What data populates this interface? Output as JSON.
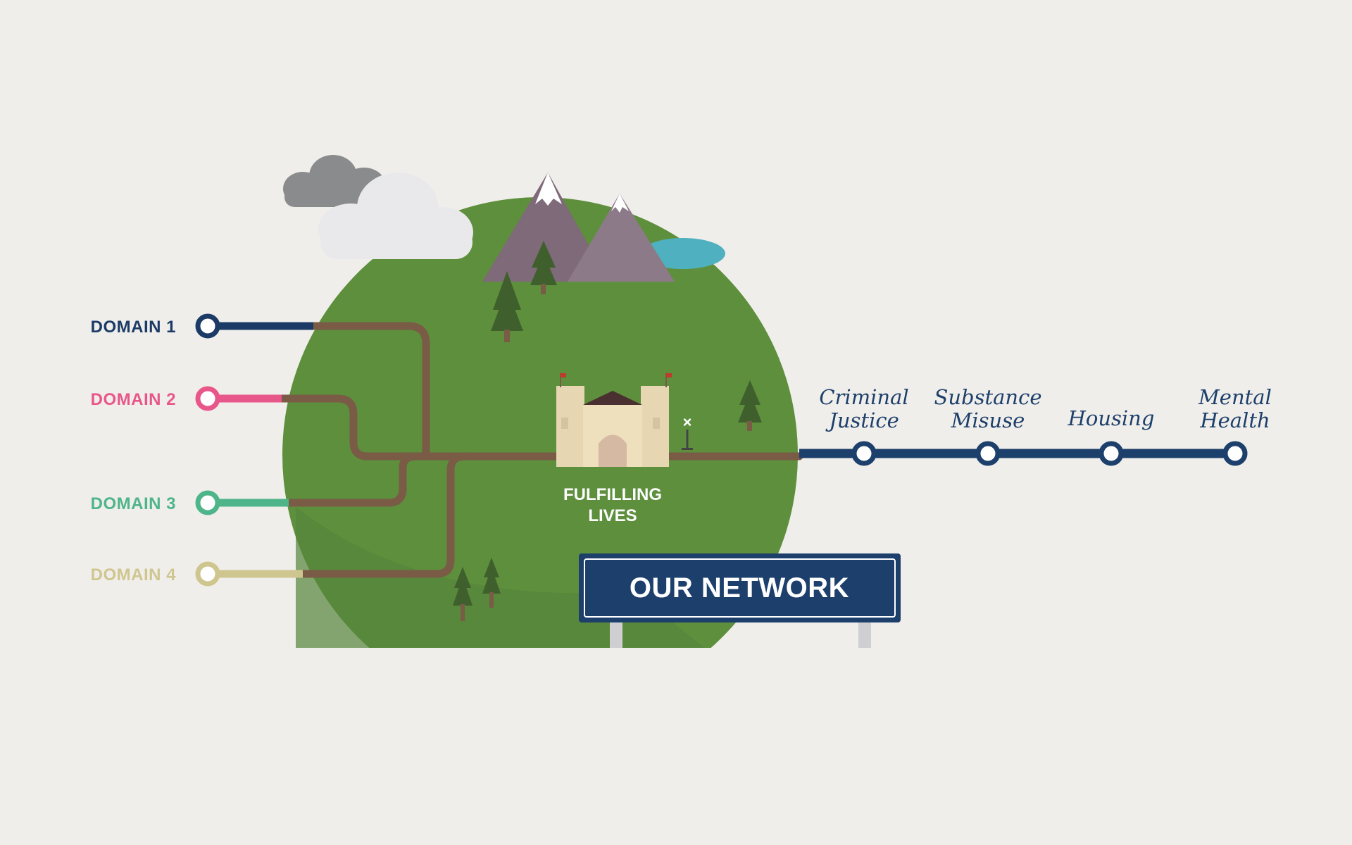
{
  "domains": [
    {
      "label": "DOMAIN 1",
      "color": "#1b3b66"
    },
    {
      "label": "DOMAIN 2",
      "color": "#e8578a"
    },
    {
      "label": "DOMAIN 3",
      "color": "#4eb58a"
    },
    {
      "label": "DOMAIN 4",
      "color": "#cfc68f"
    }
  ],
  "center": {
    "line1": "FULFILLING",
    "line2": "LIVES"
  },
  "stops": [
    {
      "line1": "Criminal",
      "line2": "Justice"
    },
    {
      "line1": "Substance",
      "line2": "Misuse"
    },
    {
      "line1": "Housing",
      "line2": ""
    },
    {
      "line1": "Mental",
      "line2": "Health"
    }
  ],
  "sign": {
    "label": "OUR NETWORK",
    "color": "#1c3f6b"
  },
  "colors": {
    "background": "#f0eeea",
    "globe": "#5d8f3d",
    "path": "#7a5b46",
    "mountain": "#7e6a78",
    "lake": "#4fb0c0",
    "tree": "#3f5f2c",
    "castle": "#e6d6b2",
    "line": "#1c3f6b"
  }
}
